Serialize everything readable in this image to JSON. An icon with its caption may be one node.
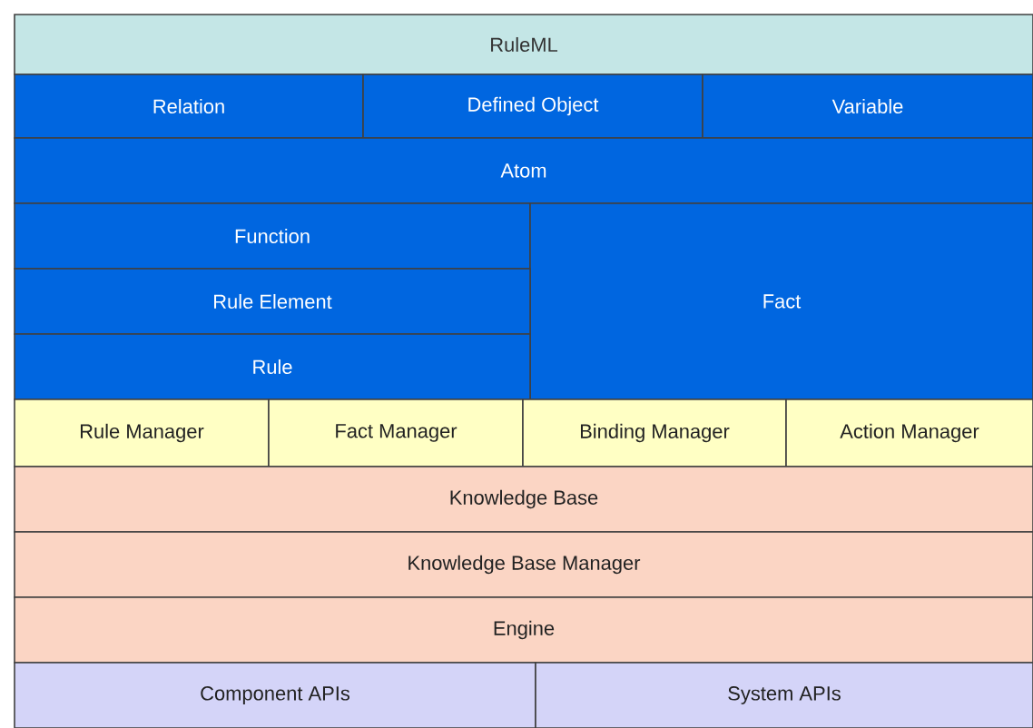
{
  "diagram": {
    "nodes": [
      {
        "text": [
          "RuleML"
        ]
      },
      {
        "text": [
          "Relation"
        ]
      },
      {
        "text": [
          "Defined Object"
        ]
      },
      {
        "text": [
          "Variable"
        ]
      },
      {
        "text": [
          "Atom"
        ]
      },
      {
        "text": [
          "Function"
        ]
      },
      {
        "text": [
          "Fact"
        ]
      },
      {
        "text": [
          "Rule Element"
        ]
      },
      {
        "text": [
          "Rule"
        ]
      },
      {
        "text": [
          "Rule Manager"
        ]
      },
      {
        "text": [
          "Fact Manager"
        ]
      },
      {
        "text": [
          "Binding Manager"
        ]
      },
      {
        "text": [
          "Action Manager"
        ]
      },
      {
        "text": [
          "Knowledge Base"
        ]
      },
      {
        "text": [
          "Knowledge Base Manager"
        ]
      },
      {
        "text": [
          "Engine"
        ]
      },
      {
        "text": [
          "Component APIs"
        ]
      },
      {
        "text": [
          "System APIs"
        ]
      }
    ]
  }
}
